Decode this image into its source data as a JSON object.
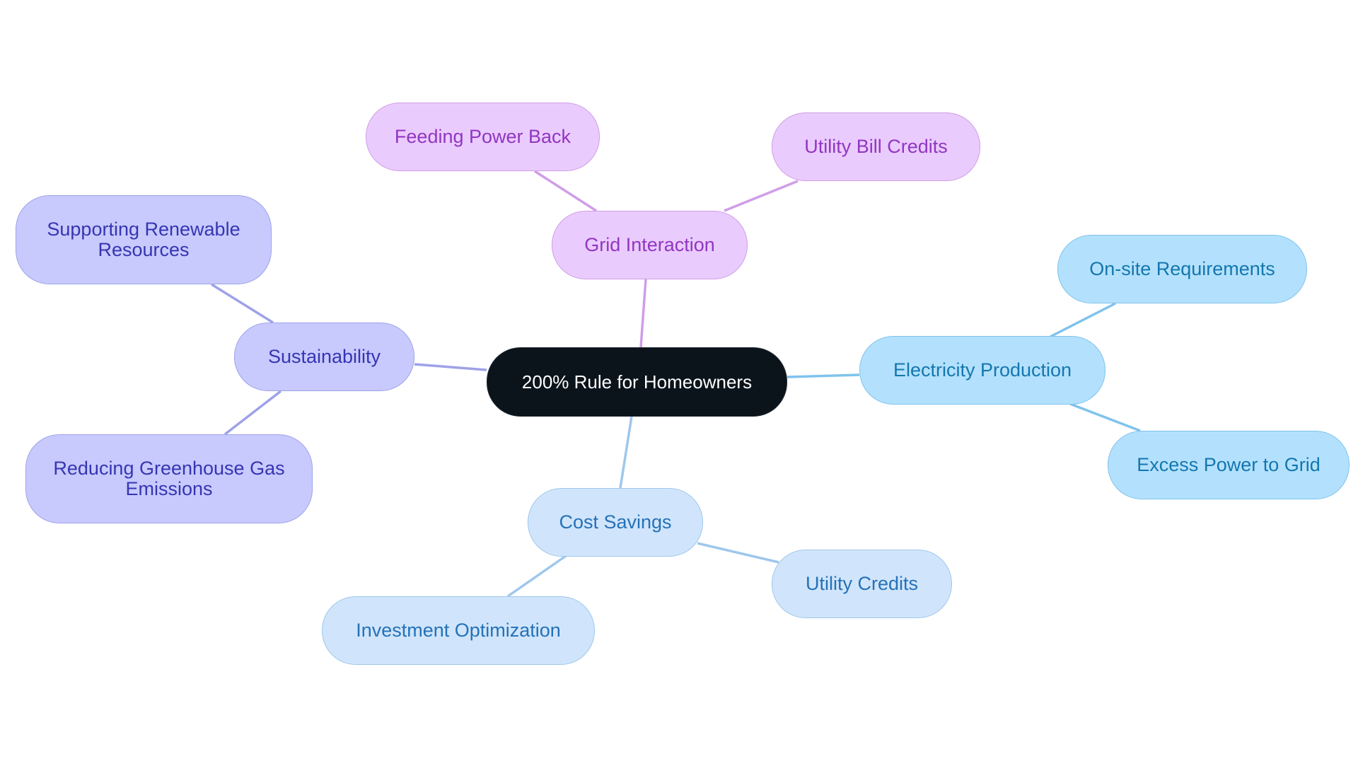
{
  "diagram": {
    "type": "mindmap",
    "colors": {
      "root_fill": "#0c141b",
      "grid_interaction": "#eacbfd",
      "electricity_production": "#b3e1fd",
      "cost_savings": "#d0e5fb",
      "sustainability": "#c8cafe"
    },
    "root": {
      "label": "200% Rule for Homeowners"
    },
    "branches": [
      {
        "label": "Grid Interaction",
        "children": [
          {
            "label": "Feeding Power Back"
          },
          {
            "label": "Utility Bill Credits"
          }
        ]
      },
      {
        "label": "Electricity Production",
        "children": [
          {
            "label": "On-site Requirements"
          },
          {
            "label": "Excess Power to Grid"
          }
        ]
      },
      {
        "label": "Cost Savings",
        "children": [
          {
            "label": "Utility Credits"
          },
          {
            "label": "Investment Optimization"
          }
        ]
      },
      {
        "label": "Sustainability",
        "children": [
          {
            "label": "Supporting Renewable\nResources"
          },
          {
            "label": "Reducing Greenhouse Gas\nEmissions"
          }
        ]
      }
    ]
  }
}
